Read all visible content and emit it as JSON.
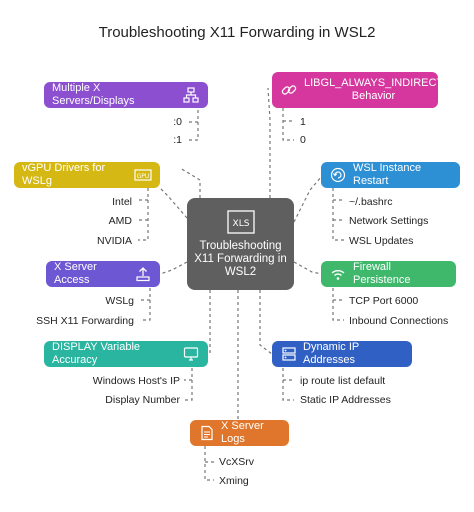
{
  "title": "Troubleshooting X11 Forwarding in WSL2",
  "center": {
    "label": "Troubleshooting X11 Forwarding in WSL2",
    "icon": "xls-file-icon"
  },
  "colors": {
    "purple": "#8b4fcf",
    "pink": "#d6379f",
    "yellow": "#d5b814",
    "blue": "#2d8fd4",
    "violet": "#6e57d2",
    "green": "#3fb86c",
    "teal": "#2ab5a0",
    "royal": "#3060c4",
    "orange": "#e0762b",
    "center": "#5f5f5f"
  },
  "nodes": {
    "multiple_x": {
      "label": "Multiple X Servers/Displays",
      "icon": "network-icon",
      "items": [
        ":0",
        ":1"
      ]
    },
    "libgl": {
      "label": "LIBGL_ALWAYS_INDIRECT Behavior",
      "icon": "link-icon",
      "items": [
        "1",
        "0"
      ]
    },
    "vgpu": {
      "label": "vGPU Drivers for WSLg",
      "icon": "gpu-icon",
      "items": [
        "Intel",
        "AMD",
        "NVIDIA"
      ]
    },
    "wsl_restart": {
      "label": "WSL Instance Restart",
      "icon": "refresh-icon",
      "items": [
        "~/.bashrc",
        "Network Settings",
        "WSL Updates"
      ]
    },
    "x_server_access": {
      "label": "X Server Access",
      "icon": "upload-icon",
      "items": [
        "WSLg",
        "SSH X11 Forwarding"
      ]
    },
    "firewall": {
      "label": "Firewall Persistence",
      "icon": "wifi-icon",
      "items": [
        "TCP Port 6000",
        "Inbound Connections"
      ]
    },
    "display_var": {
      "label": "DISPLAY Variable Accuracy",
      "icon": "monitor-icon",
      "items": [
        "Windows Host's IP",
        "Display Number"
      ]
    },
    "dynamic_ip": {
      "label": "Dynamic IP Addresses",
      "icon": "server-icon",
      "items": [
        "ip route list default",
        "Static IP Addresses"
      ]
    },
    "x_logs": {
      "label": "X Server Logs",
      "icon": "log-icon",
      "items": [
        "VcXSrv",
        "Xming"
      ]
    }
  }
}
